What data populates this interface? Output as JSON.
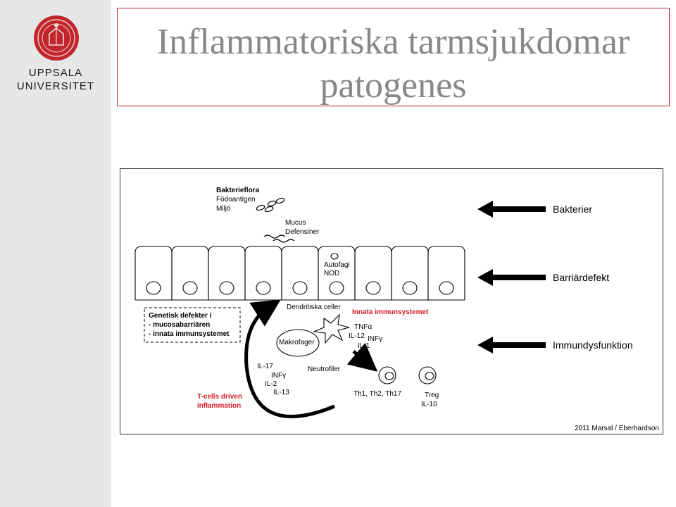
{
  "slide": {
    "title_line1": "Inflammatoriska tarmsjukdomar",
    "title_line2": "patogenes"
  },
  "logo": {
    "line1": "UPPSALA",
    "line2": "UNIVERSITET",
    "color": "#c0262c"
  },
  "figure": {
    "top_labels": {
      "bakterieflora": "Bakterieflora",
      "fodoantigen": "Födoantigen",
      "miljo": "Miljö",
      "mucus": "Mucus",
      "defensiner": "Defensiner",
      "autofagi": "Autofagi",
      "nod": "NOD"
    },
    "genetic_box": {
      "line1": "Genetisk defekter i",
      "line2": "- mucosabarriären",
      "line3": "- innata immunsystemet"
    },
    "cells": {
      "dendritiska": "Dendritiska celler",
      "innata": "Innata immunsystemet",
      "makrofager": "Makrofager",
      "neutrofiler": "Neutrofiler"
    },
    "cytokines_innate": {
      "tnf": "TNFα",
      "il12": "IL-12",
      "inf": "INFγ",
      "il1": "IL-1"
    },
    "cytokines_t": {
      "il17": "IL-17",
      "inf": "INFγ",
      "il2": "IL-2",
      "il13": "IL-13"
    },
    "tcells": {
      "line1": "T-cells driven",
      "line2": "inflammation"
    },
    "th": "Th1, Th2, Th17",
    "treg": "Treg",
    "il10": "IL-10",
    "right_labels": {
      "bakterier": "Bakterier",
      "barriar": "Barriärdefekt",
      "immun": "Immundysfunktion"
    },
    "credit": "2011 Marsal / Eberhardson",
    "red_color": "#d42027"
  }
}
